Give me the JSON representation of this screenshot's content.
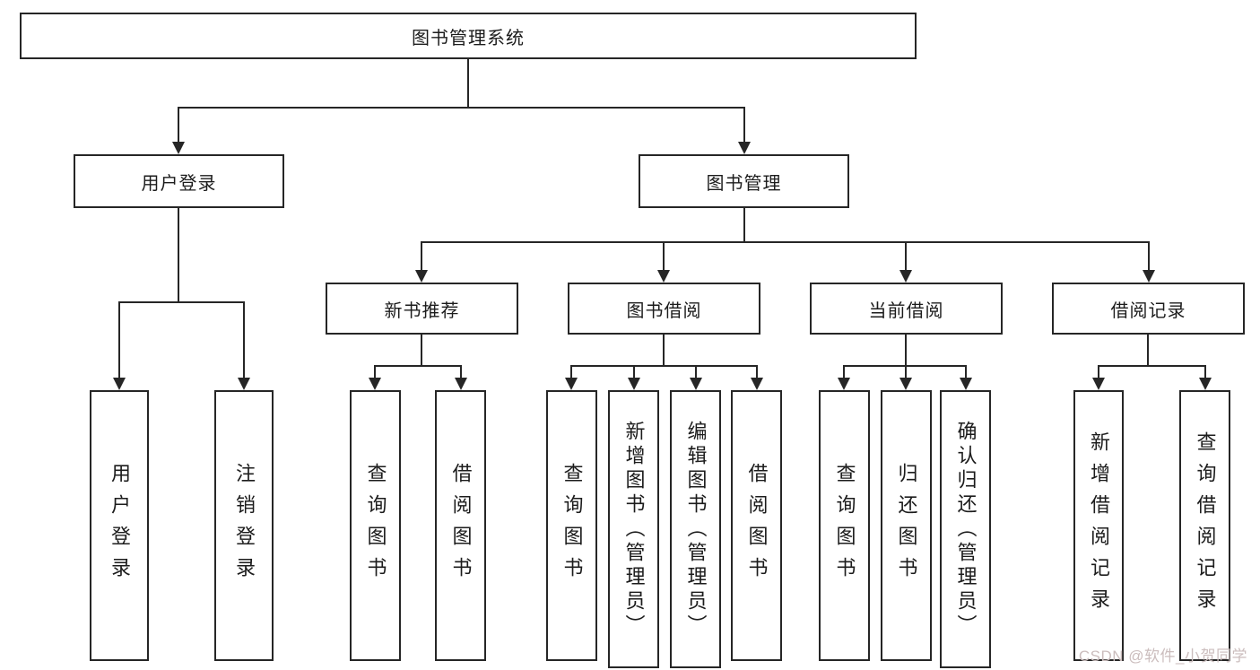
{
  "diagram": {
    "root_label": "图书管理系统",
    "user_login": {
      "label": "用户登录",
      "leaves": [
        "用户登录",
        "注销登录"
      ]
    },
    "book_mgmt": {
      "label": "图书管理",
      "children": [
        {
          "label": "新书推荐",
          "leaves": [
            "查询图书",
            "借阅图书"
          ]
        },
        {
          "label": "图书借阅",
          "leaves": [
            "查询图书",
            "新增图书（管理员）",
            "编辑图书（管理员）",
            "借阅图书"
          ]
        },
        {
          "label": "当前借阅",
          "leaves": [
            "查询图书",
            "归还图书",
            "确认归还（管理员）"
          ]
        },
        {
          "label": "借阅记录",
          "leaves": [
            "新增借阅记录",
            "查询借阅记录"
          ]
        }
      ]
    }
  },
  "watermark": "CSDN @软件_小贺同学"
}
